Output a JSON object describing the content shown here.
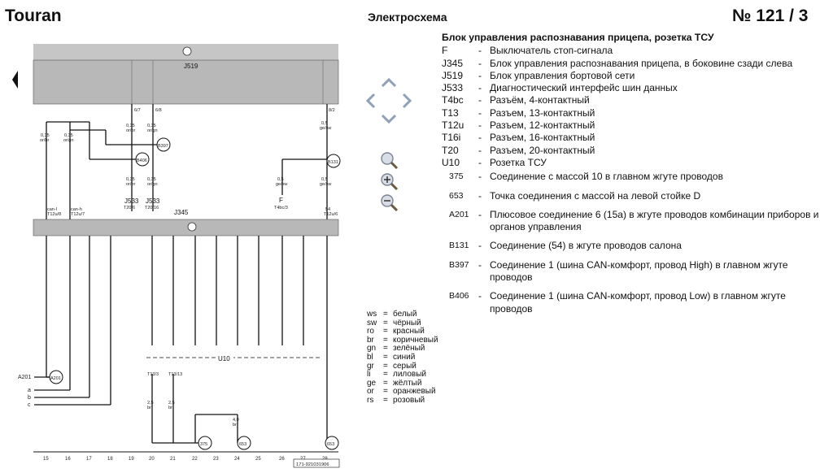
{
  "header": {
    "model": "Touran",
    "doc_title": "Электросхема",
    "page_number": "№ 121 / 3"
  },
  "legend": {
    "title": "Блок управления распознавания прицепа, розетка ТСУ",
    "items": [
      {
        "code": "F",
        "desc": "Выключатель стоп-сигнала",
        "small": false
      },
      {
        "code": "J345",
        "desc": "Блок управления распознавания прицепа, в боковине сзади слева",
        "small": false
      },
      {
        "code": "J519",
        "desc": "Блок управления бортовой сети",
        "small": false
      },
      {
        "code": "J533",
        "desc": "Диагностический интерфейс шин данных",
        "small": false
      },
      {
        "code": "T4bc",
        "desc": "Разъём, 4-контактный",
        "small": false
      },
      {
        "code": "T13",
        "desc": "Разъем, 13-контактный",
        "small": false
      },
      {
        "code": "T12u",
        "desc": "Разъем, 12-контактный",
        "small": false
      },
      {
        "code": "T16i",
        "desc": "Разъем, 16-контактный",
        "small": false
      },
      {
        "code": "T20",
        "desc": "Разъем, 20-контактный",
        "small": false
      },
      {
        "code": "U10",
        "desc": "Розетка ТСУ",
        "small": false
      },
      {
        "code": "375",
        "desc": "Соединение с массой 10 в главном жгуте проводов",
        "small": true
      },
      {
        "code": "653",
        "desc": "Точка соединения с массой на левой стойке D",
        "small": true
      },
      {
        "code": "A201",
        "desc": "Плюсовое соединение 6 (15а) в жгуте проводов комбинации приборов и органов управления",
        "small": true
      },
      {
        "code": "B131",
        "desc": "Соединение (54) в жгуте проводов салона",
        "small": true
      },
      {
        "code": "B397",
        "desc": "Соединение 1 (шина CAN-комфорт, провод High) в главном жгуте проводов",
        "small": true
      },
      {
        "code": "B406",
        "desc": "Соединение 1 (шина CAN-комфорт, провод Low) в главном жгуте проводов",
        "small": true
      }
    ]
  },
  "wire_colors": [
    {
      "code": "ws",
      "name": "белый"
    },
    {
      "code": "sw",
      "name": "чёрный"
    },
    {
      "code": "ro",
      "name": "красный"
    },
    {
      "code": "br",
      "name": "коричневый"
    },
    {
      "code": "gn",
      "name": "зелёный"
    },
    {
      "code": "bl",
      "name": "синий"
    },
    {
      "code": "gr",
      "name": "серый"
    },
    {
      "code": "li",
      "name": "лиловый"
    },
    {
      "code": "ge",
      "name": "жёлтый"
    },
    {
      "code": "or",
      "name": "оранжевый"
    },
    {
      "code": "rs",
      "name": "розовый"
    }
  ],
  "diagram": {
    "block_top": "J519",
    "block_mid": "J345",
    "connector_label": "U10",
    "ground_375": "375",
    "ground_653a": "653",
    "ground_653b": "653",
    "node_a201": "A201",
    "node_b397": "B397",
    "node_b406": "B406",
    "node_b131": "B131",
    "ext_a201": "A201",
    "ext_a": "a",
    "ext_b": "b",
    "ext_c": "c",
    "j533_a": "J533",
    "j533_b": "J533",
    "switch_f": "F",
    "bottom_numbers": [
      "15",
      "16",
      "17",
      "18",
      "19",
      "20",
      "21",
      "22",
      "23",
      "24",
      "25",
      "26",
      "27",
      "28"
    ],
    "ref_code": "171-921031906"
  },
  "colors": {
    "block_fill": "#b8b8b8",
    "line": "#111111",
    "nav_arrow": "#8fa0b8"
  }
}
